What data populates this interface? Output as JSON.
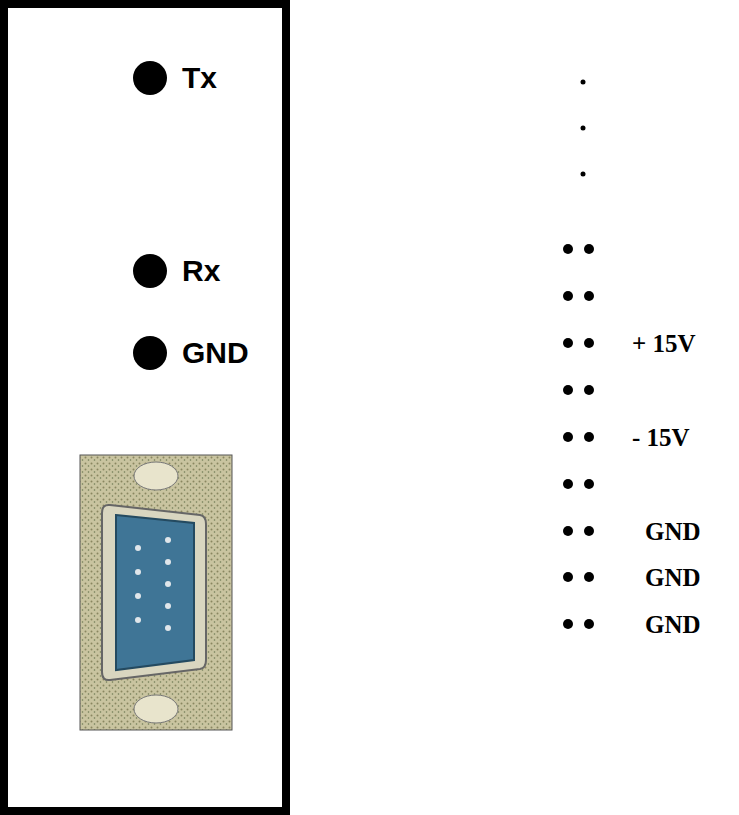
{
  "diagram": {
    "labels": [
      "Tx",
      "Rx",
      "GND",
      "+ 15V",
      "- 15V",
      "GND",
      "GND",
      "GND"
    ]
  }
}
